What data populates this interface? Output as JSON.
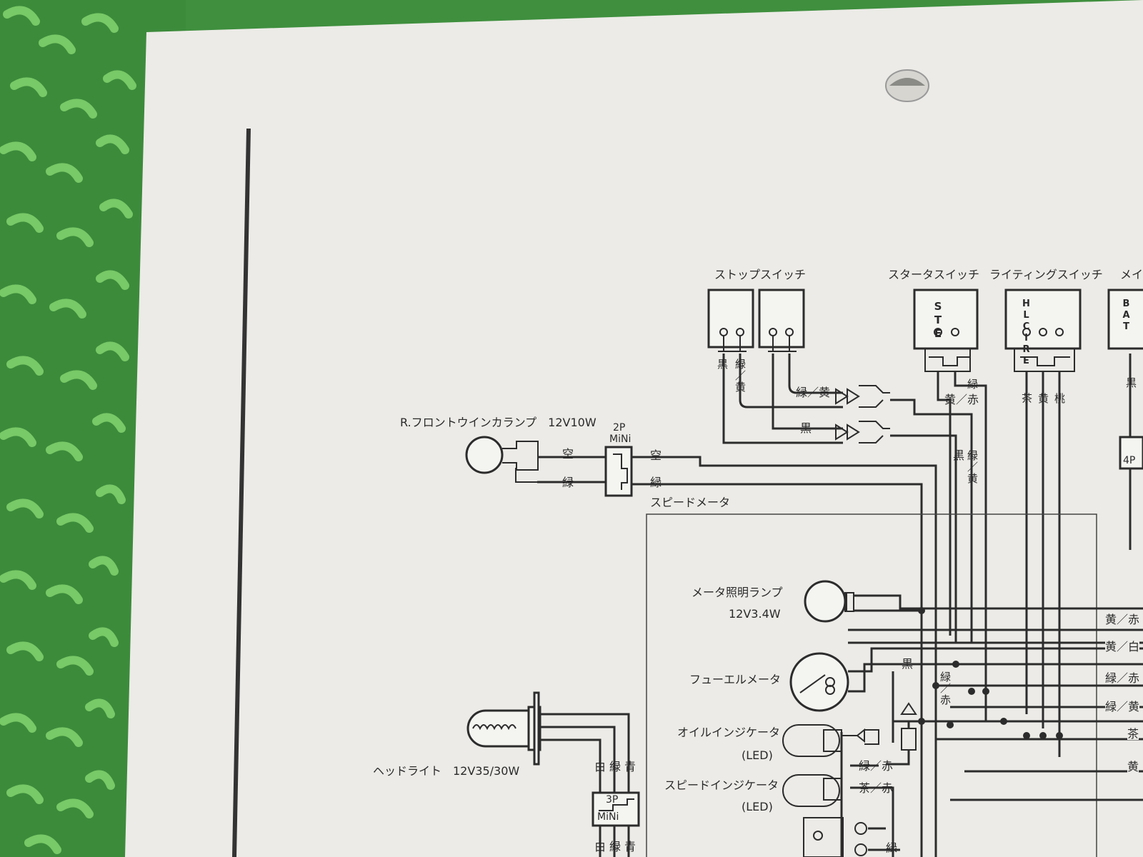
{
  "labels": {
    "stop_switch": "ストップスイッチ",
    "starter_switch": "スタータスイッチ",
    "lighting_switch": "ライティングスイッチ",
    "main_cut": "メイ",
    "front_winker": "R.フロントウインカランプ　12V10W",
    "connector_2p_a": "2P",
    "connector_2p_b": "MiNi",
    "speedometer": "スピードメータ",
    "meter_lamp": "メータ照明ランプ",
    "meter_lamp_spec": "12V3.4W",
    "fuel_meter": "フューエルメータ",
    "oil_indicator": "オイルインジケータ",
    "oil_led": "(LED)",
    "speed_indicator": "スピードインジケータ",
    "speed_led": "(LED)",
    "headlight": "ヘッドライト　12V35/30W",
    "connector_3p_a": "3P",
    "connector_3p_b": "MiNi",
    "st_terms": "STE",
    "hl_terms": "HLCIRE",
    "bat_terms": "BAT",
    "conn_4p": "4P"
  },
  "wire_colors": {
    "stop_black": "黒",
    "stop_green_yellow": "緑／黄",
    "stop_right_green_yellow": "緑／黄",
    "stop_right_black": "黒",
    "starter_green": "緑",
    "starter_yellow_red": "黄／赤",
    "lighting_brown": "茶",
    "lighting_yellow": "黄",
    "lighting_pink": "桃",
    "main_black": "黒",
    "winker_sky_a": "空",
    "winker_sky_b": "空",
    "winker_green_a": "緑",
    "winker_green_b": "緑",
    "mid_black": "黒",
    "mid_green_yellow": "緑／黄",
    "fuel_black": "黒",
    "fuel_green_red": "緑／赤",
    "indicator_green_red": "緑／赤",
    "indicator_brown_red": "茶／赤",
    "indicator_green": "緑",
    "head_white_a": "白",
    "head_green_a": "緑",
    "head_blue_a": "青",
    "head_white_b": "白",
    "head_green_b": "緑",
    "head_blue_b": "青",
    "right_1": "黄／赤",
    "right_2": "黄／白",
    "right_3": "緑／赤",
    "right_4": "緑／黄",
    "right_5": "茶",
    "right_6": "黄"
  }
}
